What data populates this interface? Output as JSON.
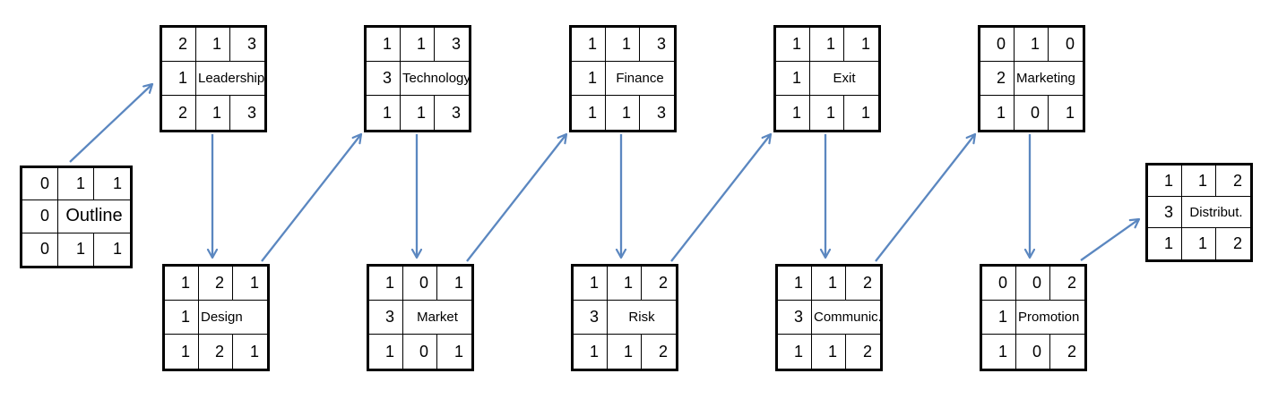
{
  "diagram": {
    "colors": {
      "arrow": "#5b87c0",
      "node_border": "#000000",
      "node_fill": "#ffffff",
      "text": "#000000",
      "background": "#ffffff"
    },
    "nodes": [
      {
        "id": "outline",
        "label": "Outline",
        "mid": "0",
        "top": [
          "0",
          "1",
          "1"
        ],
        "bottom": [
          "0",
          "1",
          "1"
        ]
      },
      {
        "id": "leadership",
        "label": "Leadership",
        "mid": "1",
        "top": [
          "2",
          "1",
          "3"
        ],
        "bottom": [
          "2",
          "1",
          "3"
        ]
      },
      {
        "id": "technology",
        "label": "Technology",
        "mid": "3",
        "top": [
          "1",
          "1",
          "3"
        ],
        "bottom": [
          "1",
          "1",
          "3"
        ]
      },
      {
        "id": "finance",
        "label": "Finance",
        "mid": "1",
        "top": [
          "1",
          "1",
          "3"
        ],
        "bottom": [
          "1",
          "1",
          "3"
        ]
      },
      {
        "id": "exit",
        "label": "Exit",
        "mid": "1",
        "top": [
          "1",
          "1",
          "1"
        ],
        "bottom": [
          "1",
          "1",
          "1"
        ]
      },
      {
        "id": "marketing",
        "label": "Marketing",
        "mid": "2",
        "top": [
          "0",
          "1",
          "0"
        ],
        "bottom": [
          "1",
          "0",
          "1"
        ]
      },
      {
        "id": "design",
        "label": "Design",
        "mid": "1",
        "top": [
          "1",
          "2",
          "1"
        ],
        "bottom": [
          "1",
          "2",
          "1"
        ]
      },
      {
        "id": "market",
        "label": "Market",
        "mid": "3",
        "top": [
          "1",
          "0",
          "1"
        ],
        "bottom": [
          "1",
          "0",
          "1"
        ]
      },
      {
        "id": "risk",
        "label": "Risk",
        "mid": "3",
        "top": [
          "1",
          "1",
          "2"
        ],
        "bottom": [
          "1",
          "1",
          "2"
        ]
      },
      {
        "id": "communic",
        "label": "Communic.",
        "mid": "3",
        "top": [
          "1",
          "1",
          "2"
        ],
        "bottom": [
          "1",
          "1",
          "2"
        ]
      },
      {
        "id": "promotion",
        "label": "Promotion",
        "mid": "1",
        "top": [
          "0",
          "0",
          "2"
        ],
        "bottom": [
          "1",
          "0",
          "2"
        ]
      },
      {
        "id": "distribut",
        "label": "Distribut.",
        "mid": "3",
        "top": [
          "1",
          "1",
          "2"
        ],
        "bottom": [
          "1",
          "1",
          "2"
        ]
      }
    ],
    "edges": [
      {
        "from": "outline",
        "to": "leadership"
      },
      {
        "from": "leadership",
        "to": "design"
      },
      {
        "from": "design",
        "to": "technology"
      },
      {
        "from": "technology",
        "to": "market"
      },
      {
        "from": "market",
        "to": "finance"
      },
      {
        "from": "finance",
        "to": "risk"
      },
      {
        "from": "risk",
        "to": "exit"
      },
      {
        "from": "exit",
        "to": "communic"
      },
      {
        "from": "communic",
        "to": "marketing"
      },
      {
        "from": "marketing",
        "to": "promotion"
      },
      {
        "from": "promotion",
        "to": "distribut"
      }
    ]
  }
}
